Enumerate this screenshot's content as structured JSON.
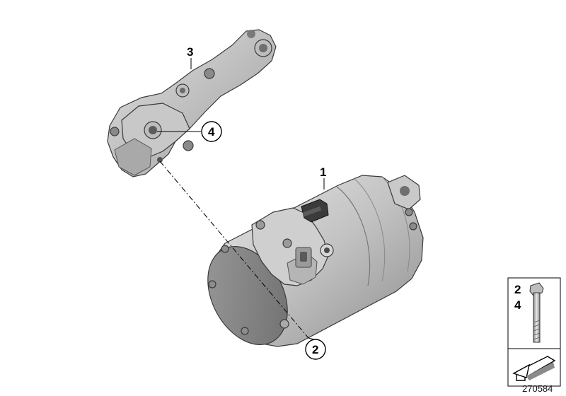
{
  "callouts": {
    "compressor": "1",
    "bolt": "2",
    "bracket": "3",
    "bracket_bolt": "4"
  },
  "legend": {
    "items": [
      "2",
      "4"
    ]
  },
  "document_number": "270584",
  "colors": {
    "metal_light": "#d9d9d9",
    "metal_mid": "#b3b3b3",
    "metal_dark": "#7d7d7d",
    "connector": "#3b3b3b",
    "line": "#000000"
  }
}
